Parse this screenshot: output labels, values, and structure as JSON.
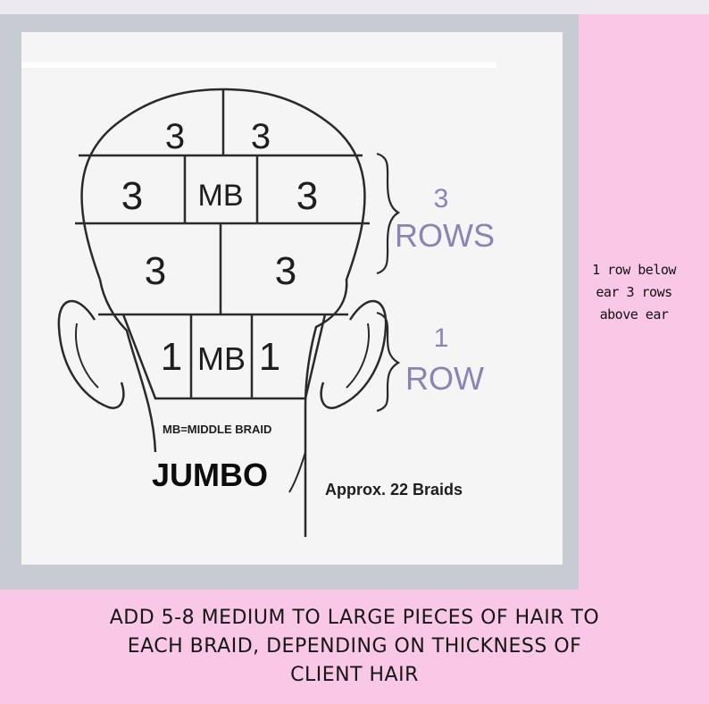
{
  "diagram": {
    "top_row": [
      "3",
      "3"
    ],
    "row2": [
      "3",
      "MB",
      "3"
    ],
    "row3": [
      "3",
      "3"
    ],
    "ear_row": [
      "1",
      "MB",
      "1"
    ],
    "three_rows_label": [
      "3",
      "ROWS"
    ],
    "one_row_label": [
      "1",
      "ROW"
    ],
    "legend": "MB=MIDDLE BRAID",
    "size_label": "JUMBO",
    "approx": "Approx. 22 Braids"
  },
  "side_note": [
    "1 row below",
    "ear 3 rows",
    "above ear"
  ],
  "instructions": [
    "ADD 5-8 MEDIUM TO LARGE PIECES OF HAIR TO",
    "EACH BRAID, DEPENDING ON THICKNESS OF",
    "CLIENT HAIR"
  ],
  "colors": {
    "background_pink": "#f9c8e6",
    "frame_grey": "#c9cbd3",
    "label_purple": "#8a84b4"
  }
}
